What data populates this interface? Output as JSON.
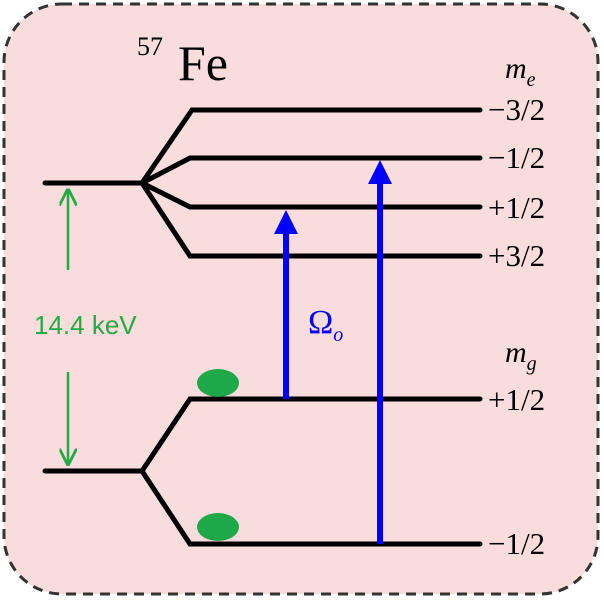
{
  "colors": {
    "panel_fill": "#f9dcdc",
    "panel_border": "#333333",
    "level_line": "#000000",
    "transition_arrow": "#0000ff",
    "energy_marker": "#22aa44",
    "population_dot": "#1ea84a"
  },
  "isotope": {
    "mass_number": "57",
    "element": "Fe"
  },
  "excited_state": {
    "label": "m",
    "subscript": "e",
    "sublevels": [
      "−3/2",
      "−1/2",
      "+1/2",
      "+3/2"
    ]
  },
  "ground_state": {
    "label": "m",
    "subscript": "g",
    "sublevels": [
      "+1/2",
      "−1/2"
    ]
  },
  "transition_energy": "14.4 keV",
  "rabi_frequency": {
    "symbol": "Ω",
    "subscript": "o"
  }
}
